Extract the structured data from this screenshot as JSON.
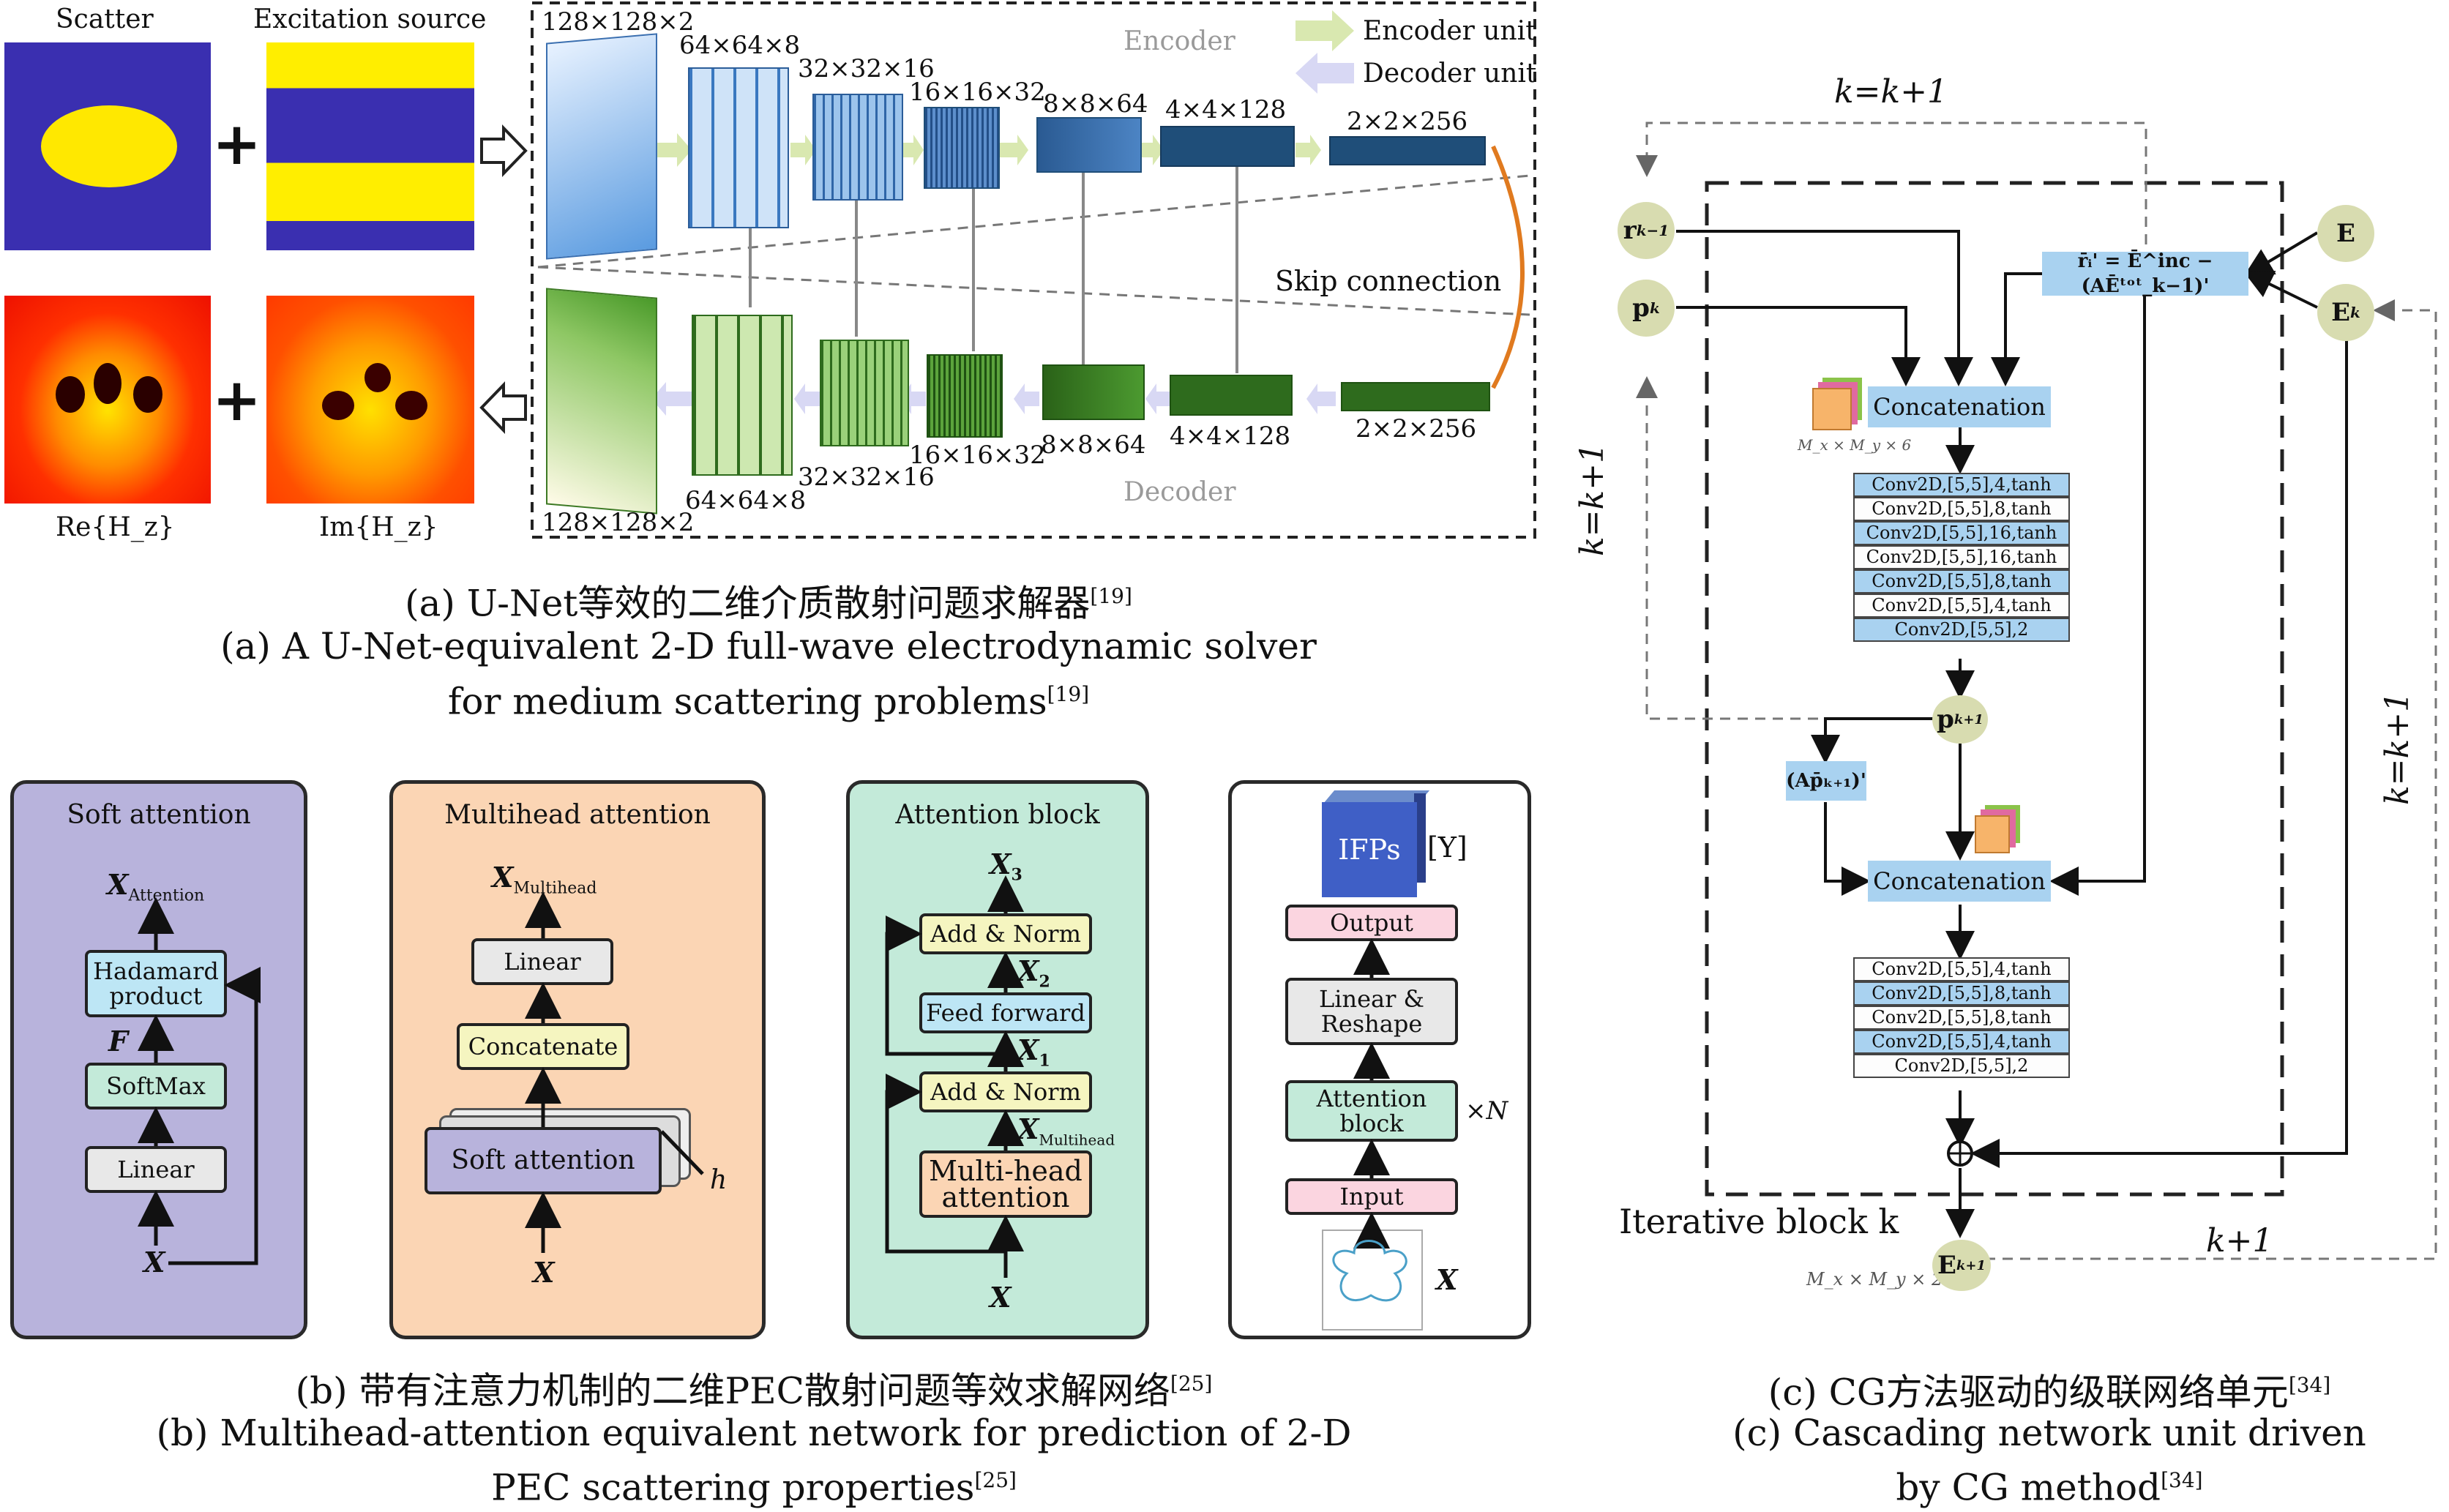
{
  "panel_a": {
    "scatter_label": "Scatter",
    "excitation_label": "Excitation source",
    "re_label": "Re{H_z}",
    "im_label": "Im{H_z}",
    "plus": "+",
    "encoder_label": "Encoder",
    "decoder_label": "Decoder",
    "encoder_unit": "Encoder unit",
    "decoder_unit": "Decoder unit",
    "skip_connection": "Skip connection",
    "encoder_dims": [
      "128×128×2",
      "64×64×8",
      "32×32×16",
      "16×16×32",
      "8×8×64",
      "4×4×128",
      "2×2×256"
    ],
    "decoder_dims": [
      "128×128×2",
      "64×64×8",
      "32×32×16",
      "16×16×32",
      "8×8×64",
      "4×4×128",
      "2×2×256"
    ],
    "caption_cn": "(a) U-Net等效的二维介质散射问题求解器",
    "caption_cn_ref": "[19]",
    "caption_en_line1": "(a) A U-Net-equivalent 2-D full-wave electrodynamic solver",
    "caption_en_line2": "for medium scattering problems",
    "caption_en_ref": "[19]"
  },
  "panel_b": {
    "soft_attention": {
      "title": "Soft attention",
      "output": "X",
      "output_sub": "Attention",
      "hadamard": "Hadamard product",
      "f_label": "F",
      "softmax": "SoftMax",
      "linear": "Linear",
      "input": "X"
    },
    "multihead_attention": {
      "title": "Multihead attention",
      "output": "X",
      "output_sub": "Multihead",
      "linear": "Linear",
      "concatenate": "Concatenate",
      "soft_attention": "Soft attention",
      "h_label": "h",
      "input": "X"
    },
    "attention_block": {
      "title": "Attention block",
      "x3": "X",
      "x3_sub": "3",
      "add_norm_top": "Add & Norm",
      "x2": "X",
      "x2_sub": "2",
      "feed_forward": "Feed forward",
      "x1": "X",
      "x1_sub": "1",
      "add_norm_bottom": "Add & Norm",
      "xm": "X",
      "xm_sub": "Multihead",
      "multihead": "Multi-head attention",
      "input": "X"
    },
    "network": {
      "ifps": "IFPs",
      "y_label": "[Y]",
      "output": "Output",
      "linear_reshape": "Linear & Reshape",
      "attention_block": "Attention block",
      "times_n": "×N",
      "input": "Input",
      "x_label": "X"
    },
    "caption_cn": "(b) 带有注意力机制的二维PEC散射问题等效求解网络",
    "caption_cn_ref": "[25]",
    "caption_en_line1": "(b) Multihead-attention equivalent network for prediction of 2-D",
    "caption_en_line2": "PEC scattering properties",
    "caption_en_ref": "[25]"
  },
  "panel_c": {
    "k_top": "k=k+1",
    "k_left": "k=k+1",
    "k_right": "k=k+1",
    "k_bottom": "k+1",
    "r_node": "r",
    "r_sub": "k−1",
    "p_node": "p",
    "p_sub": "k",
    "formula": "r̄ᵢ' = Ē^inc − (AĒᵗᵒᵗ_k−1)'",
    "e_node": "E",
    "e_tot_node": "E",
    "e_tot_sub": "k",
    "concat_top": "Concatenation",
    "size_top": "M_x × M_y × 6",
    "conv_top": [
      "Conv2D,[5,5],4,tanh",
      "Conv2D,[5,5],8,tanh",
      "Conv2D,[5,5],16,tanh",
      "Conv2D,[5,5],16,tanh",
      "Conv2D,[5,5],8,tanh",
      "Conv2D,[5,5],4,tanh",
      "Conv2D,[5,5],2"
    ],
    "p_out": "p",
    "p_out_sub": "k+1",
    "ap_node": "(Ap̄ₖ₊₁)'",
    "concat_bottom": "Concatenation",
    "conv_bottom": [
      "Conv2D,[5,5],4,tanh",
      "Conv2D,[5,5],8,tanh",
      "Conv2D,[5,5],8,tanh",
      "Conv2D,[5,5],4,tanh",
      "Conv2D,[5,5],2"
    ],
    "plus_node": "⊕",
    "iterative_block": "Iterative block k",
    "size_bottom": "M_x × M_y × 2",
    "e_out": "E",
    "e_out_sub": "k+1",
    "caption_cn": "(c) CG方法驱动的级联网络单元",
    "caption_cn_ref": "[34]",
    "caption_en_line1": "(c) Cascading network unit driven",
    "caption_en_line2": "by CG method",
    "caption_en_ref": "[34]"
  },
  "colors": {
    "scatter_bg": "#3a2fb0",
    "scatter_ellipse": "#ffe800",
    "excitation_yellow": "#ffee00",
    "panel_soft_bg": "#b8b3dc",
    "panel_multi_bg": "#fbd5b4",
    "panel_attn_bg": "#c3ead9",
    "encoder_blue": "#1f4e79",
    "decoder_green": "#2e6b1d",
    "conv_blue": "#a9d2f0"
  }
}
